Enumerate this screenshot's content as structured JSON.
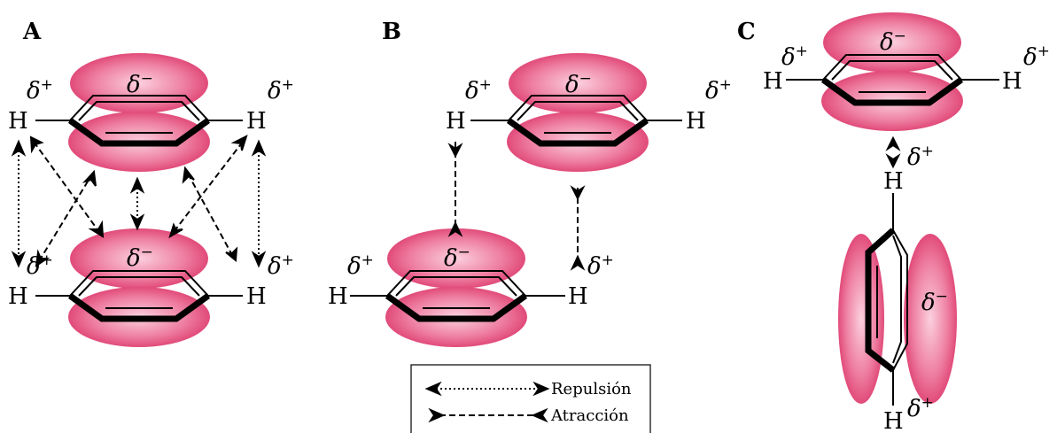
{
  "panels": {
    "a": {
      "label": "A"
    },
    "b": {
      "label": "B"
    },
    "c": {
      "label": "C"
    }
  },
  "labels": {
    "hydrogen": "H",
    "delta": "δ",
    "minus": "−",
    "plus": "+"
  },
  "legend": {
    "repulsion": "Repulsión",
    "attraction": "Atracción"
  },
  "colors": {
    "lobe_center": "#fbd0de",
    "lobe_edge": "#dd3b6e",
    "bond": "#000000"
  }
}
